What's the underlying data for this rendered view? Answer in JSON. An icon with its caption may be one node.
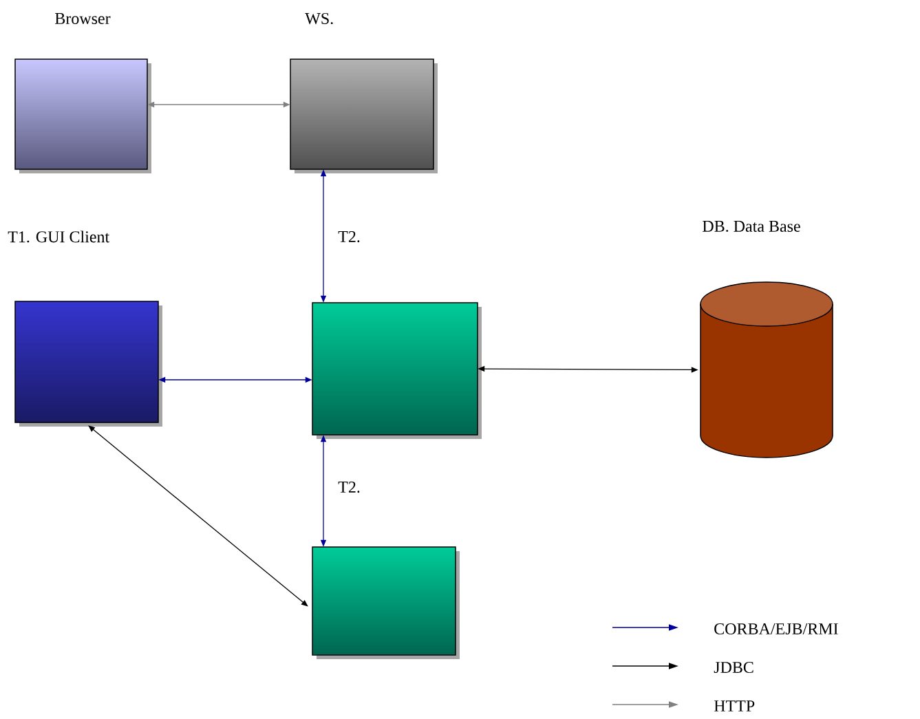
{
  "diagram": {
    "nodes": [
      {
        "text": [
          "Browser"
        ]
      },
      {
        "text": [
          "WS."
        ]
      },
      {
        "text": [],
        "shape": "box"
      },
      {
        "text": [],
        "shape": "box"
      },
      {
        "text": [
          "DB. Data Base"
        ]
      },
      {
        "text": [],
        "shape": "box"
      }
    ],
    "labels": [
      "T1. GUI Client",
      "T2.",
      "T2."
    ],
    "edges": [
      {
        "from": 0,
        "to": 1,
        "arrow": "both",
        "color": "#808080"
      },
      {
        "from": 1,
        "to": 3,
        "arrow": "both"
      },
      {
        "from": 2,
        "to": 3,
        "arrow": "both"
      },
      {
        "from": 3,
        "to": 4,
        "arrow": "both",
        "color": "#000000"
      },
      {
        "from": 3,
        "to": 5,
        "arrow": "both"
      },
      {
        "from": 2,
        "to": 5,
        "arrow": "both",
        "color": "#000000"
      }
    ],
    "legend": [
      {
        "text": "CORBA/EJB/RMI"
      },
      {
        "text": "JDBC"
      },
      {
        "text": "HTTP"
      }
    ]
  }
}
